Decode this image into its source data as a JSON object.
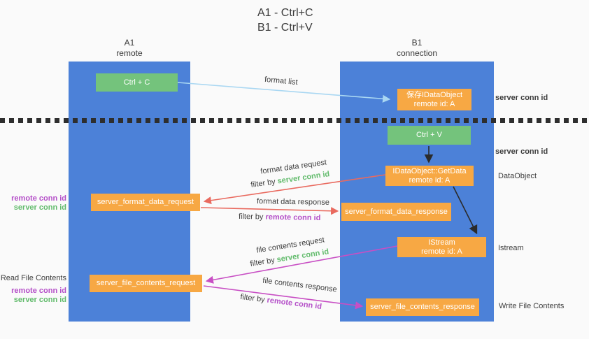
{
  "title": {
    "line1": "A1 - Ctrl+C",
    "line2": "B1 - Ctrl+V"
  },
  "lanes": {
    "left": {
      "name": "A1",
      "role": "remote"
    },
    "right": {
      "name": "B1",
      "role": "connection"
    }
  },
  "nodes": {
    "ctrl_c": {
      "label": "Ctrl + C"
    },
    "save_idataobject": {
      "line1": "保存IDataObject",
      "line2": "remote id: A"
    },
    "ctrl_v": {
      "label": "Ctrl + V"
    },
    "getdata": {
      "line1": "IDataObject::GetData",
      "line2": "remote id: A"
    },
    "server_format_data_request": {
      "label": "server_format_data_request"
    },
    "server_format_data_response": {
      "label": "server_format_data_response"
    },
    "istream": {
      "line1": "IStream",
      "line2": "remote id: A"
    },
    "server_file_contents_request": {
      "label": "server_file_contents_request"
    },
    "server_file_contents_response": {
      "label": "server_file_contents_response"
    }
  },
  "annotations": {
    "right_server_conn_id_top": "server conn id",
    "right_server_conn_id_mid": "server conn id",
    "right_dataobject": "DataObject",
    "right_istream": "Istream",
    "right_write_file_contents": "Write File Contents",
    "left_remote_conn_id_1": "remote conn id",
    "left_server_conn_id_1": "server conn id",
    "left_read_file_contents": "Read File Contents",
    "left_remote_conn_id_2": "remote conn id",
    "left_server_conn_id_2": "server conn id"
  },
  "edges": {
    "format_list": {
      "label": "format list"
    },
    "format_data_request": {
      "label": "format data request",
      "filter_prefix": "filter by ",
      "filter_key": "server conn id"
    },
    "format_data_response": {
      "label": "format data response",
      "filter_prefix": "filter by ",
      "filter_key": "remote conn id"
    },
    "file_contents_request": {
      "label": "file contents request",
      "filter_prefix": "filter by ",
      "filter_key": "server conn id"
    },
    "file_contents_response": {
      "label": "file contents response",
      "filter_prefix": "filter by ",
      "filter_key": "remote conn id"
    }
  },
  "colors": {
    "background": "#fafafa",
    "lane_blue": "#4c81d8",
    "node_orange": "#f7a844",
    "node_green": "#74c37c",
    "text_green": "#62bb6c",
    "text_purple": "#b44fc8",
    "arrow_red": "#e96a5f",
    "arrow_magenta": "#c84fc4",
    "arrow_lightblue": "#a9d7f2",
    "arrow_black": "#2b2b2b",
    "divider_black": "#2e2e2e"
  }
}
